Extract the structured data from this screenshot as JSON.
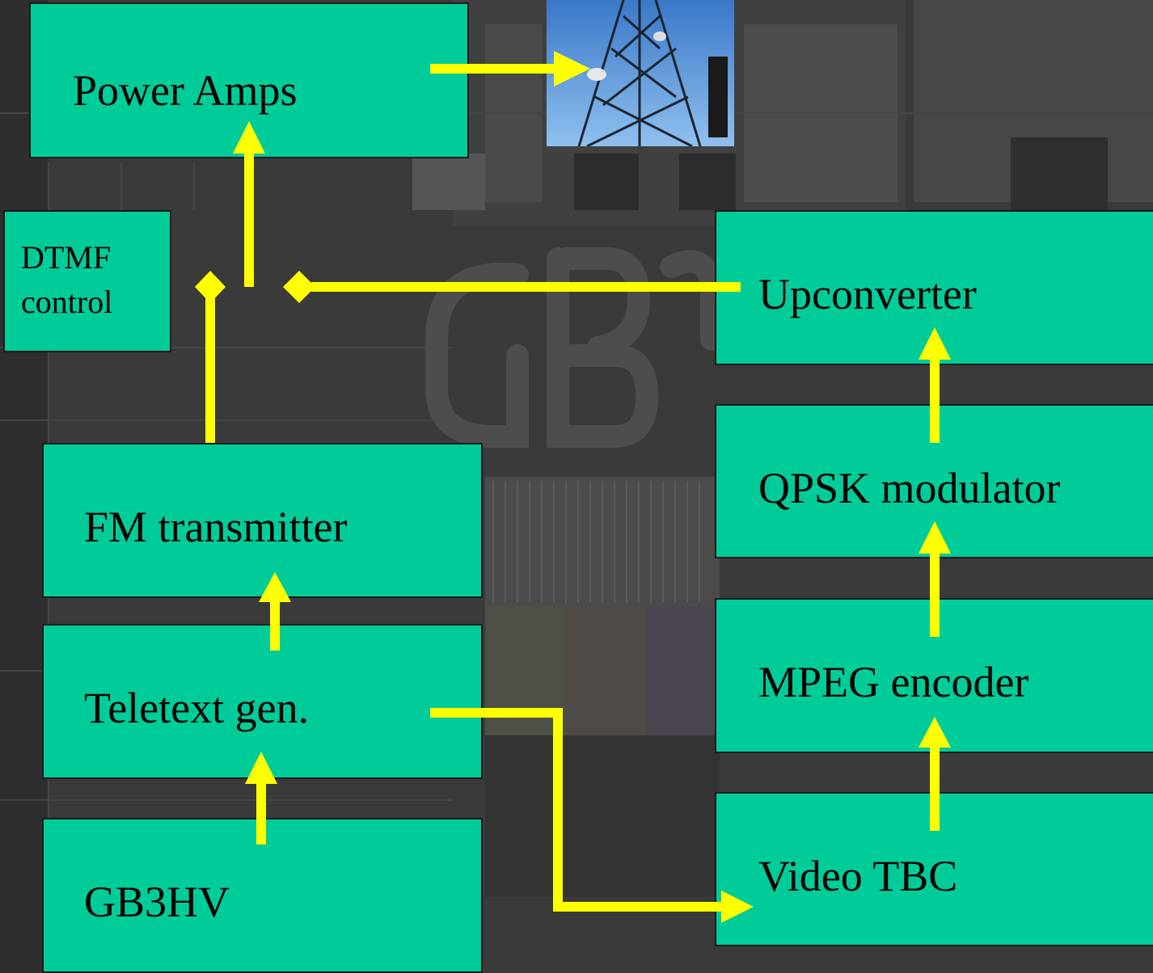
{
  "colors": {
    "box_fill": "#00cc99",
    "arrow": "#ffff00",
    "background": "#3b3b3b"
  },
  "blocks": {
    "power_amps": "Power Amps",
    "dtmf_line1": "DTMF",
    "dtmf_line2": "control",
    "upconverter": "Upconverter",
    "qpsk": "QPSK modulator",
    "mpeg": "MPEG encoder",
    "video_tbc": "Video TBC",
    "fm_tx": "FM transmitter",
    "teletext": "Teletext gen.",
    "gb3hv": "GB3HV"
  },
  "icons": {
    "tower": "transmitter-tower-photo"
  }
}
